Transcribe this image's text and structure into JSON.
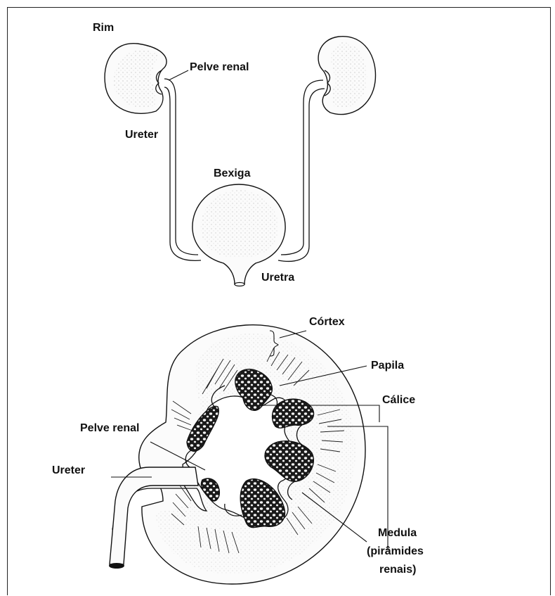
{
  "labels": {
    "rim": "Rim",
    "pelve_renal_top": "Pelve renal",
    "ureter_top": "Ureter",
    "bexiga": "Bexiga",
    "uretra": "Uretra",
    "cortex": "Córtex",
    "papila": "Papila",
    "calice": "Cálice",
    "pelve_renal_bottom": "Pelve renal",
    "ureter_bottom": "Ureter",
    "medula_line1": "Medula",
    "medula_line2": "(pirâmides",
    "medula_line3": "renais)"
  }
}
